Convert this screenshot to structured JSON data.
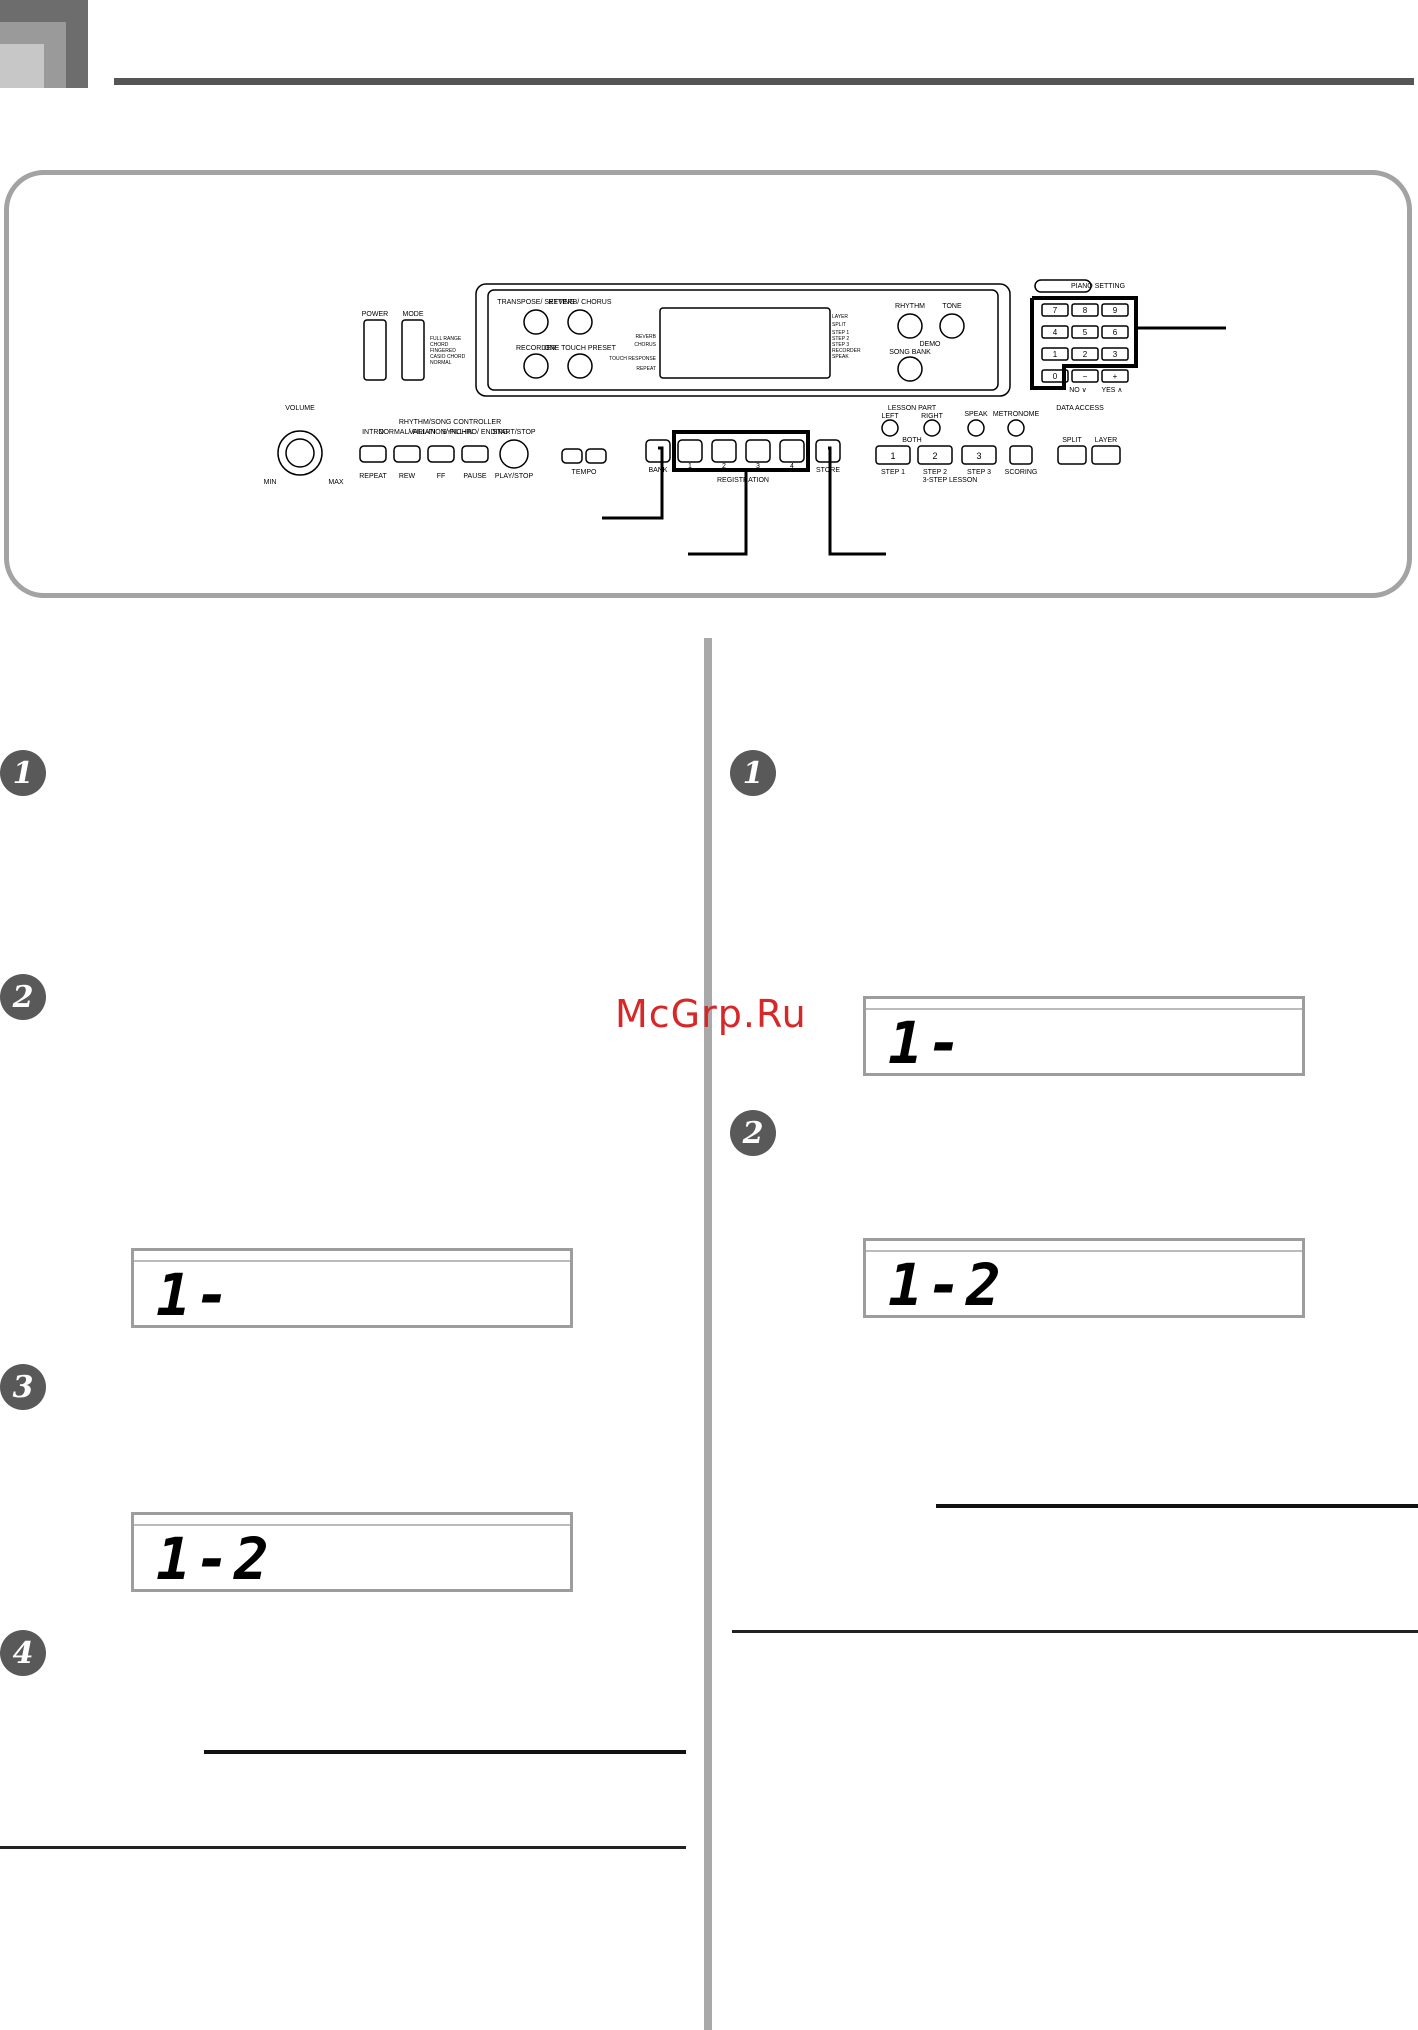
{
  "panel": {
    "power": "POWER",
    "mode": "MODE",
    "mode_options": [
      "FULL RANGE",
      "CHORD",
      "FINGERED",
      "CASIO CHORD",
      "NORMAL"
    ],
    "volume": "VOLUME",
    "vol_min": "MIN",
    "vol_max": "MAX",
    "transpose": "TRANSPOSE/ SETTING",
    "reverb": "REVERB/ CHORUS",
    "recorder": "RECORDER",
    "one_touch": "ONE TOUCH PRESET",
    "display_left": [
      "REVERB",
      "CHORUS",
      "TOUCH RESPONSE",
      "REPEAT"
    ],
    "display_right": [
      "LAYER",
      "SPLIT",
      "STEP 1",
      "STEP 2",
      "STEP 3",
      "RECORDER",
      "SPEAK"
    ],
    "rhythm": "RHYTHM",
    "tone": "TONE",
    "demo": "DEMO",
    "song_bank": "SONG BANK",
    "piano_setting": "PIANO SETTING",
    "keypad": [
      "7",
      "8",
      "9",
      "4",
      "5",
      "6",
      "1",
      "2",
      "3",
      "0",
      "−",
      "+"
    ],
    "no_yes": "NO ∨",
    "yes_label": "YES ∧",
    "data_access": "DATA ACCESS",
    "rhythm_song_controller": "RHYTHM/SONG CONTROLLER",
    "ctrl_labels": [
      "INTRO",
      "NORMAL/ FILL-IN",
      "VARIATION/ FILL-IN",
      "SYNCHRO/ ENDING",
      "START/STOP"
    ],
    "ctrl_sub": [
      "REPEAT",
      "REW",
      "FF",
      "PAUSE",
      "PLAY/STOP"
    ],
    "tempo": "TEMPO",
    "bank": "BANK",
    "store": "STORE",
    "registration": "REGISTRATION",
    "reg_numbers": [
      "1",
      "2",
      "3",
      "4"
    ],
    "lesson_part": "LESSON PART",
    "lesson_l": "LEFT",
    "lesson_r": "RIGHT",
    "both": "BOTH",
    "speak": "SPEAK",
    "metronome": "METRONOME",
    "step_buttons": [
      "1",
      "2",
      "3"
    ],
    "step_labels": [
      "STEP 1",
      "STEP 2",
      "STEP 3",
      "SCORING"
    ],
    "three_step_lesson": "3-STEP LESSON",
    "split": "SPLIT",
    "layer": "LAYER"
  },
  "left_column": {
    "steps": [
      "1",
      "2",
      "3",
      "4"
    ],
    "lcd1": "1-",
    "lcd2": "1-2"
  },
  "right_column": {
    "steps": [
      "1",
      "2"
    ],
    "lcd1": "1-",
    "lcd2": "1-2"
  },
  "watermark": "McGrp.Ru"
}
